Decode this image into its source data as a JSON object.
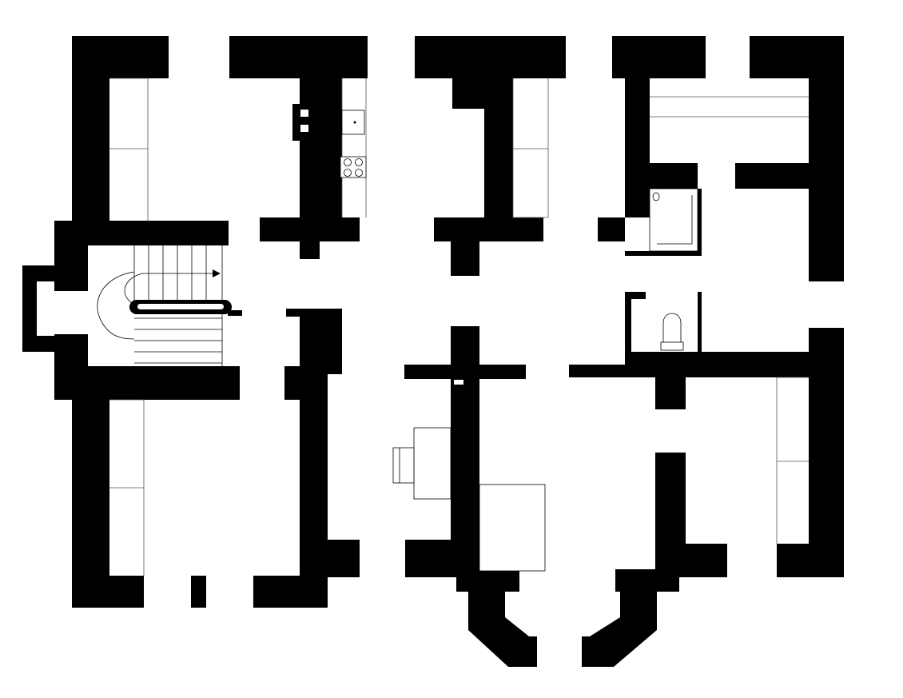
{
  "plan": {
    "kind": "floor-plan",
    "colors": {
      "wall": "#000000",
      "background": "#ffffff",
      "fixture_line": "#000000"
    },
    "fixtures": [
      "staircase-with-arrow",
      "kitchen-sink",
      "cooktop-four-burners",
      "shower-tray",
      "toilet",
      "radiator",
      "desk",
      "chair",
      "table",
      "built-in-cabinets",
      "bay-window"
    ]
  }
}
